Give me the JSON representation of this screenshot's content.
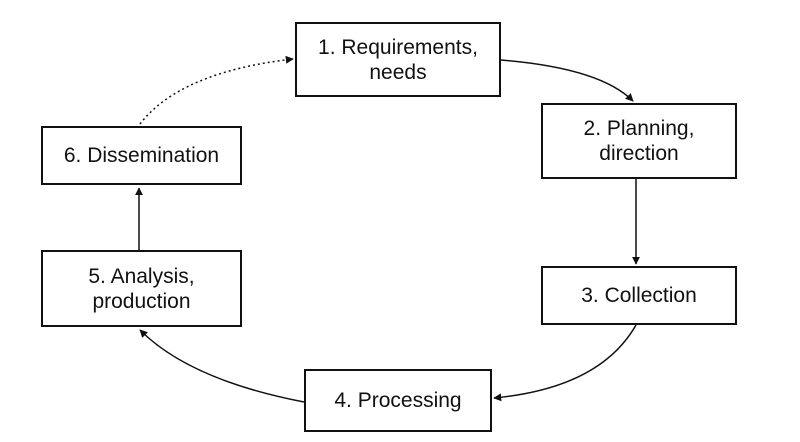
{
  "diagram": {
    "steps": [
      {
        "id": "1",
        "label": "1. Requirements,\nneeds"
      },
      {
        "id": "2",
        "label": "2. Planning,\ndirection"
      },
      {
        "id": "3",
        "label": "3. Collection"
      },
      {
        "id": "4",
        "label": "4. Processing"
      },
      {
        "id": "5",
        "label": "5. Analysis,\nproduction"
      },
      {
        "id": "6",
        "label": "6. Dissemination"
      }
    ],
    "edges": [
      {
        "from": "1",
        "to": "2",
        "style": "solid"
      },
      {
        "from": "2",
        "to": "3",
        "style": "solid"
      },
      {
        "from": "3",
        "to": "4",
        "style": "solid"
      },
      {
        "from": "4",
        "to": "5",
        "style": "solid"
      },
      {
        "from": "5",
        "to": "6",
        "style": "solid"
      },
      {
        "from": "6",
        "to": "1",
        "style": "dotted"
      }
    ],
    "colors": {
      "stroke": "#111111",
      "background": "#ffffff"
    }
  }
}
